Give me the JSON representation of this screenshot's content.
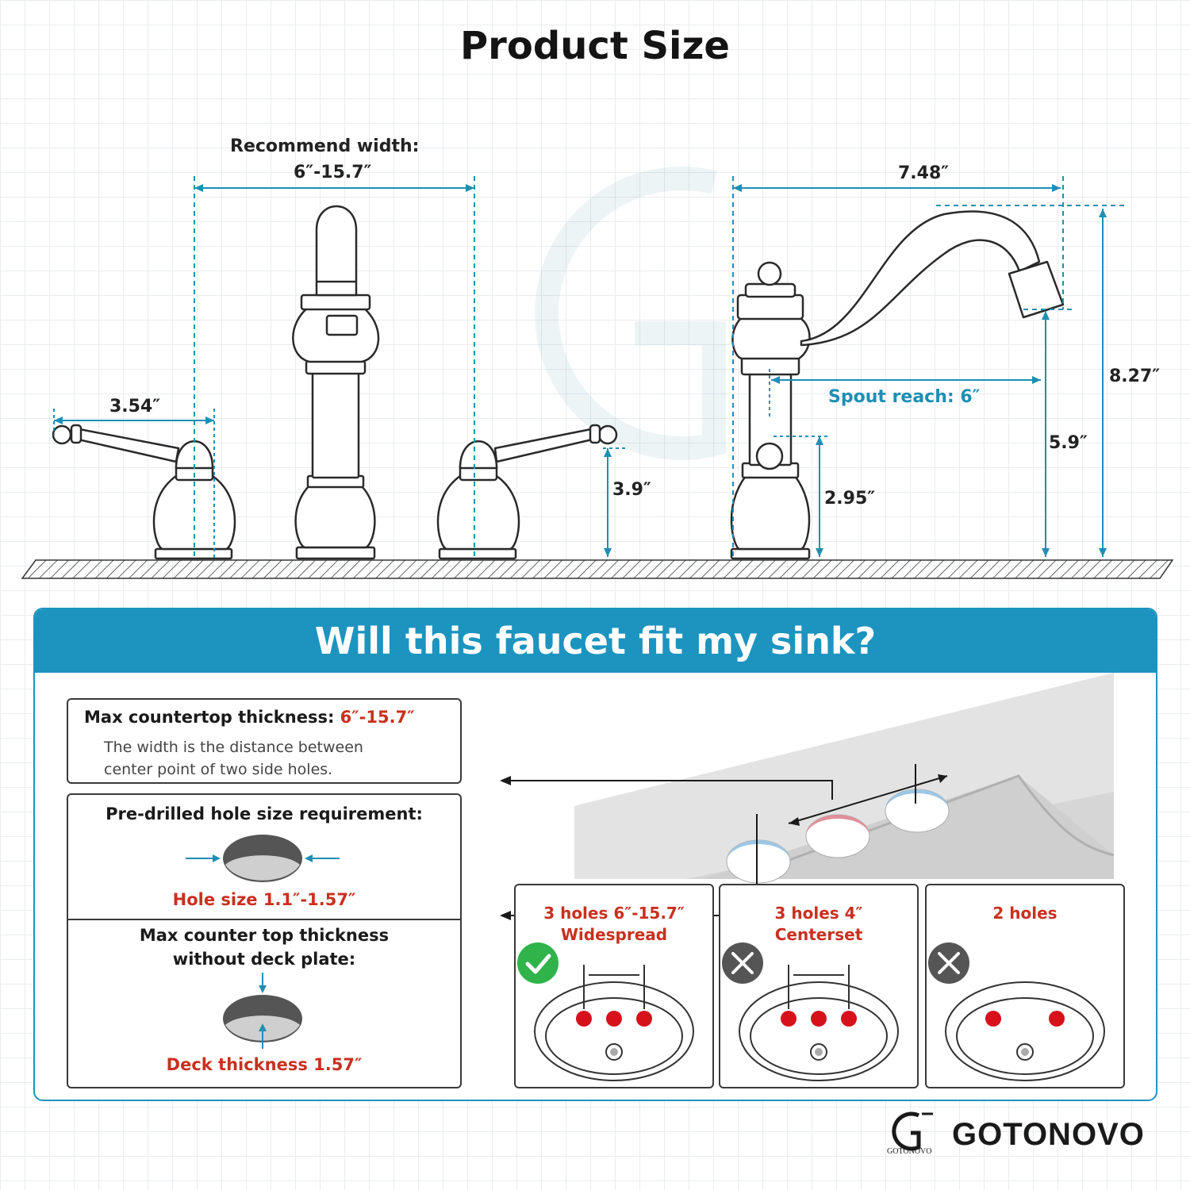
{
  "header": {
    "title": "Product Size"
  },
  "dimensions": {
    "recommend_width_label": "Recommend width:",
    "recommend_width_value": "6″-15.7″",
    "handle_length": "3.54″",
    "handle_height": "3.9″",
    "spout_length": "7.48″",
    "total_height": "8.27″",
    "spout_height": "5.9″",
    "spout_reach": "Spout reach: 6″",
    "base_height": "2.95″"
  },
  "fit_section": {
    "banner": "Will this faucet fit my sink?",
    "thickness_label": "Max countertop thickness:",
    "thickness_value": "6″-15.7″",
    "thickness_note_line1": "The width is the distance between",
    "thickness_note_line2": "center point of two side holes.",
    "hole_req_title": "Pre-drilled hole size requirement:",
    "hole_size": "Hole size 1.1″-1.57″",
    "deck_title_line1": "Max counter top thickness",
    "deck_title_line2": "without deck plate:",
    "deck_thickness": "Deck thickness 1.57″",
    "options": [
      {
        "line1": "3 holes 6″-15.7″",
        "line2": "Widespread",
        "status": "check-icon",
        "holes": 3
      },
      {
        "line1": "3 holes 4″",
        "line2": "Centerset",
        "status": "cross-icon",
        "holes": 3
      },
      {
        "line1": "2 holes",
        "line2": "",
        "status": "cross-icon",
        "holes": 2
      }
    ]
  },
  "brand": {
    "name": "GOTONOVO",
    "logo_text": "GOTONOVO"
  },
  "colors": {
    "accent": "#1c94bf",
    "red": "#c9301f",
    "check": "#2fb34a",
    "cross": "#555555"
  }
}
